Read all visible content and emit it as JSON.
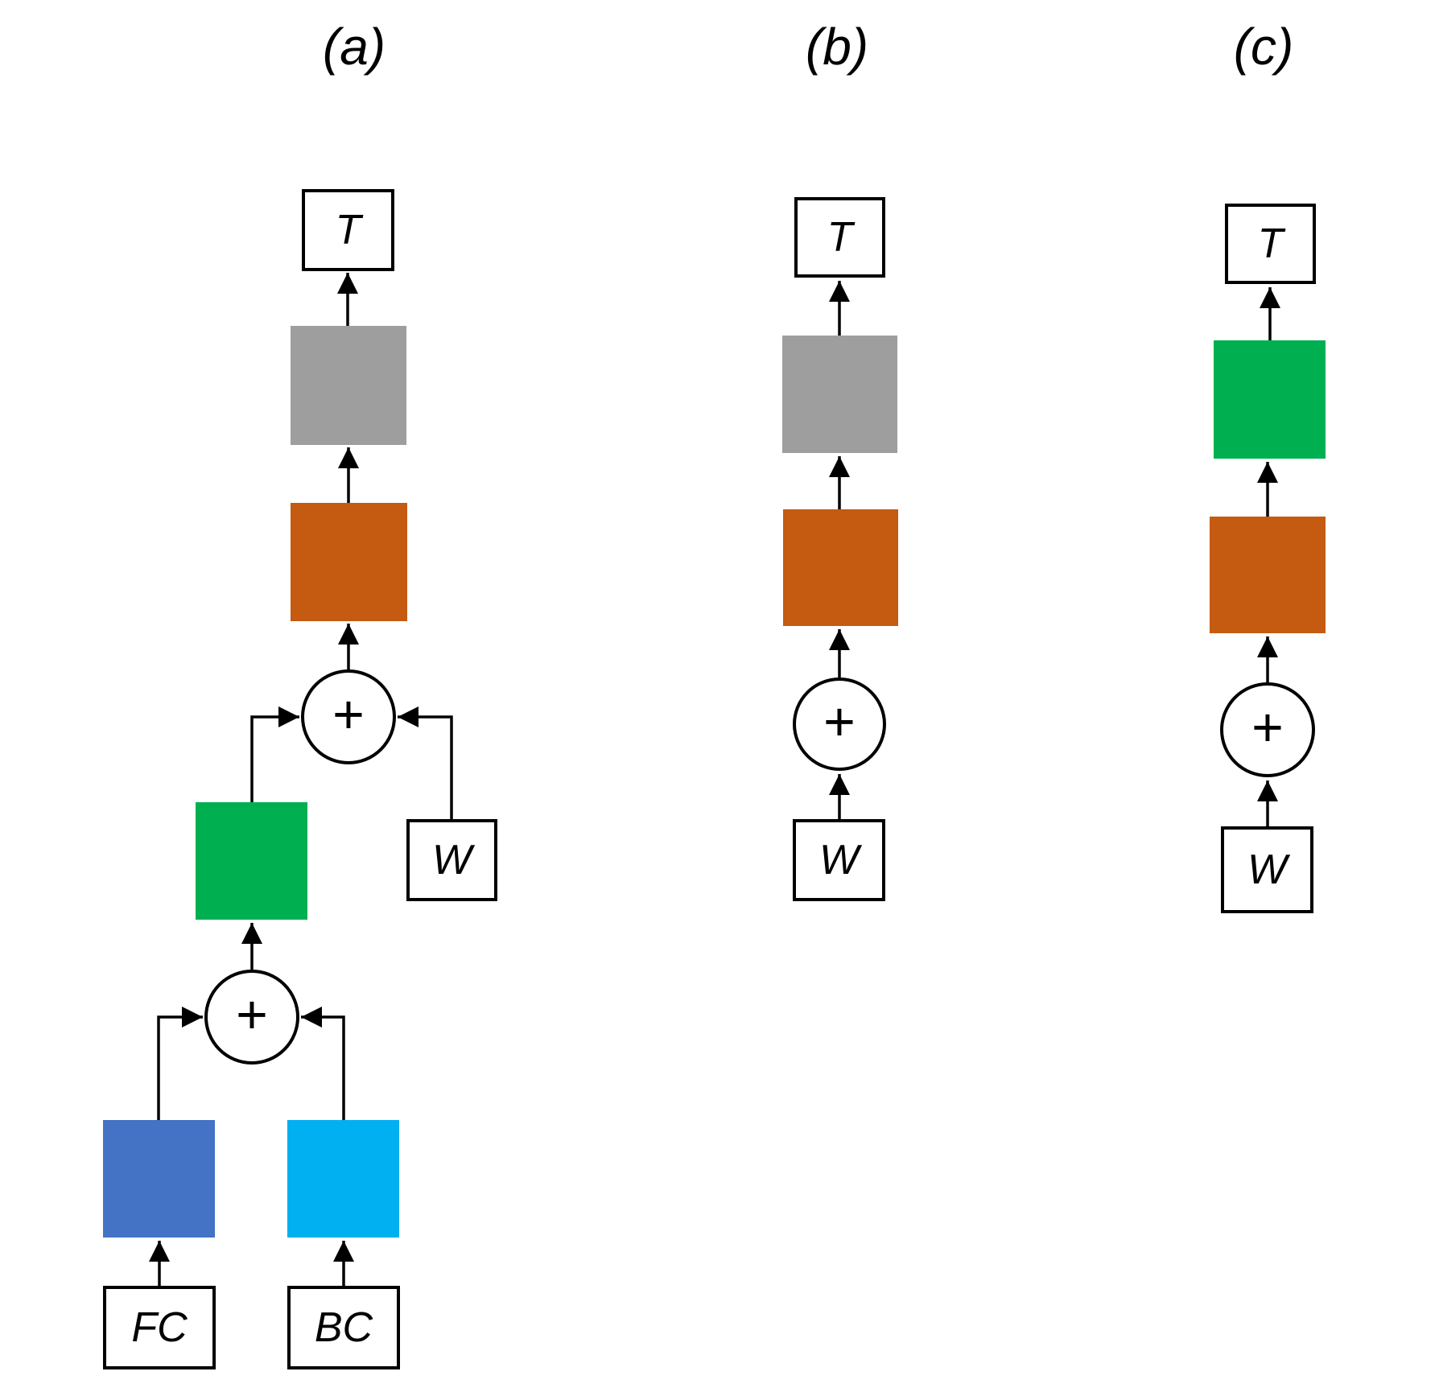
{
  "colors": {
    "gray_block": "#9E9E9E",
    "orange_block": "#C55A11",
    "green_block": "#00B050",
    "blue_block": "#4472C4",
    "cyan_block": "#00B0F0",
    "line": "#000000",
    "background": "#FFFFFF"
  },
  "panels": [
    {
      "label": "(a)",
      "nodes": {
        "t": "T",
        "w": "W",
        "fc": "FC",
        "bc": "BC",
        "plus_upper": "+",
        "plus_lower": "+"
      }
    },
    {
      "label": "(b)",
      "nodes": {
        "t": "T",
        "w": "W",
        "plus": "+"
      }
    },
    {
      "label": "(c)",
      "nodes": {
        "t": "T",
        "w": "W",
        "plus": "+"
      }
    }
  ]
}
